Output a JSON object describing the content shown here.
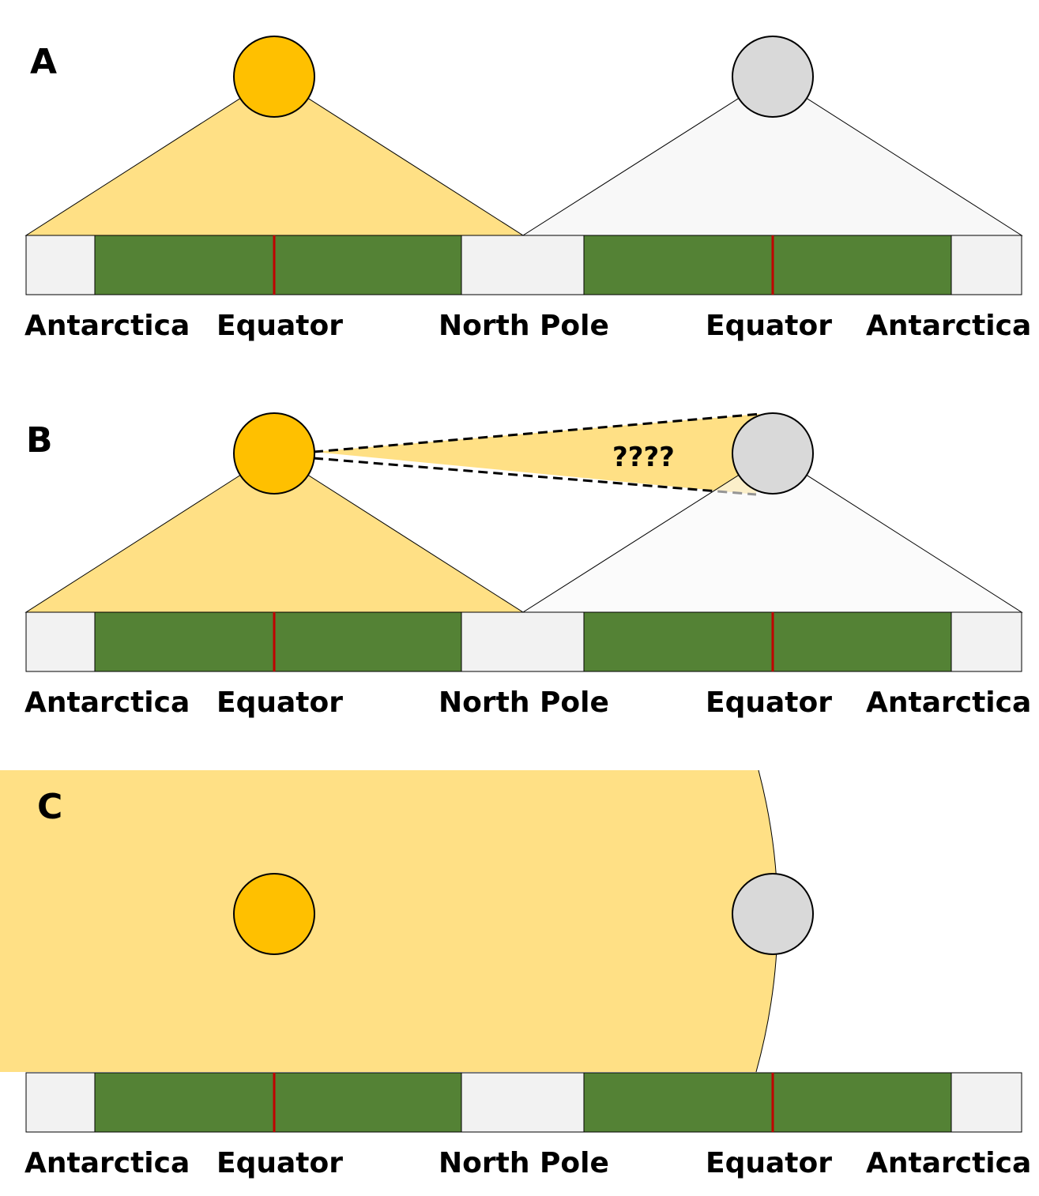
{
  "panels": [
    {
      "label": "A"
    },
    {
      "label": "B",
      "annotation": "????"
    },
    {
      "label": "C"
    }
  ],
  "bar_labels": [
    "Antarctica",
    "Equator",
    "North Pole",
    "Equator",
    "Antarctica"
  ],
  "colors": {
    "sun": "#FFC000",
    "moon": "#D9D9D9",
    "light": "#FFE085",
    "shadow": "#F8F8F8",
    "land": "#548235",
    "ice": "#F2F2F2",
    "equator_line": "#C00000"
  }
}
